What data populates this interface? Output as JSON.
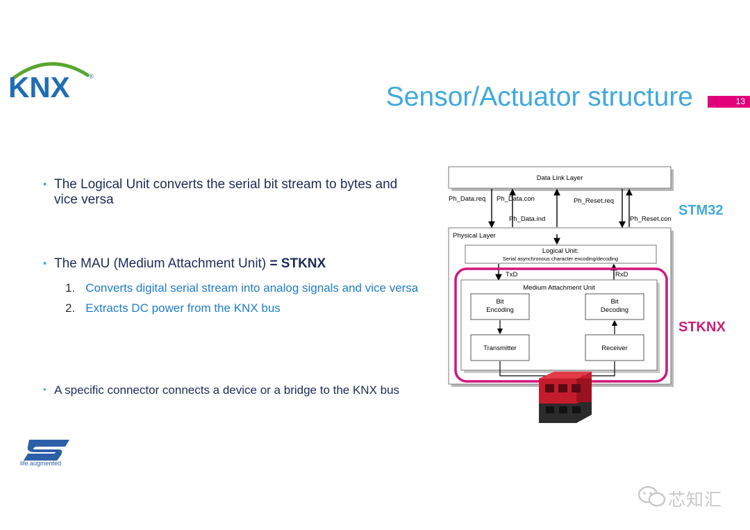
{
  "logo_knx": "KNX",
  "title": "Sensor/Actuator structure",
  "page_number": "13",
  "bullets": {
    "b1_line1": "The Logical Unit converts the serial bit stream to bytes and",
    "b1_line2": "vice versa",
    "b2_prefix": "The MAU (Medium Attachment Unit) ",
    "b2_bold": "= STKNX",
    "sub1_num": "1.",
    "sub1": "Converts digital serial stream into analog signals and vice versa",
    "sub2_num": "2.",
    "sub2": "Extracts DC power from the KNX bus",
    "b3": "A specific connector connects a device or a bridge to the KNX bus"
  },
  "diagram": {
    "data_link_layer": "Data Link Layer",
    "ph_data_req": "Ph_Data.req",
    "ph_data_con": "Ph_Data.con",
    "ph_reset_req": "Ph_Reset.req",
    "ph_data_ind": "Ph_Data.ind",
    "ph_reset_con": "Ph_Reset.con",
    "physical_layer": "Physical Layer",
    "logical_unit": "Logical Unit:",
    "logical_unit_sub": "Serial asynchronous character encoding/decoding",
    "txd": "TxD",
    "rxd": "RxD",
    "mau": "Medium Attachment Unit",
    "bit_encoding_1": "Bit",
    "bit_encoding_2": "Encoding",
    "bit_decoding_1": "Bit",
    "bit_decoding_2": "Decoding",
    "transmitter": "Transmitter",
    "receiver": "Receiver"
  },
  "labels": {
    "stm32": "STM32",
    "stknx": "STKNX"
  },
  "st_logo": "ST",
  "st_tagline": "life.augmented",
  "watermark": "芯知汇",
  "colors": {
    "title_blue": "#3fa9dc",
    "magenta": "#e2007a",
    "knx_green": "#5aa532",
    "knx_blue": "#1f6db3"
  }
}
